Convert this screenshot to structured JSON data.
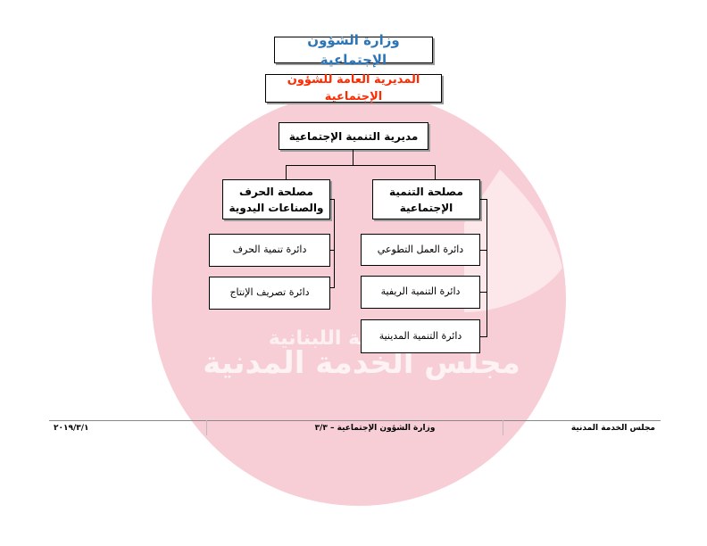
{
  "chart": {
    "ministry": "وزارة الشؤون الإجتماعية",
    "directorate": "المديرية العامة للشؤون الإجتماعية",
    "social_development": "مديرية التنمية الإجتماعية",
    "units": {
      "crafts": {
        "line1": "مصلحة الحرف",
        "line2": "والصناعات اليدوية",
        "departments": [
          "دائرة تنمية الحرف",
          "دائرة تصريف الإنتاج"
        ]
      },
      "development": {
        "line1": "مصلحة التنمية",
        "line2": "الإجتماعية",
        "departments": [
          "دائرة العمل التطوعي",
          "دائرة التنمية الريفية",
          "دائرة التنمية المدينية"
        ]
      }
    }
  },
  "watermark": {
    "line1": "الجمهورية اللبنانية",
    "line2": "مجلس الخدمة المدنية",
    "color": "#ea5a78"
  },
  "footer": {
    "right": "مجلس الخدمة المدنية",
    "center": "وزارة الشؤون الإجتماعية – ٣/٣",
    "left": "٢٠١٩/٣/١"
  }
}
